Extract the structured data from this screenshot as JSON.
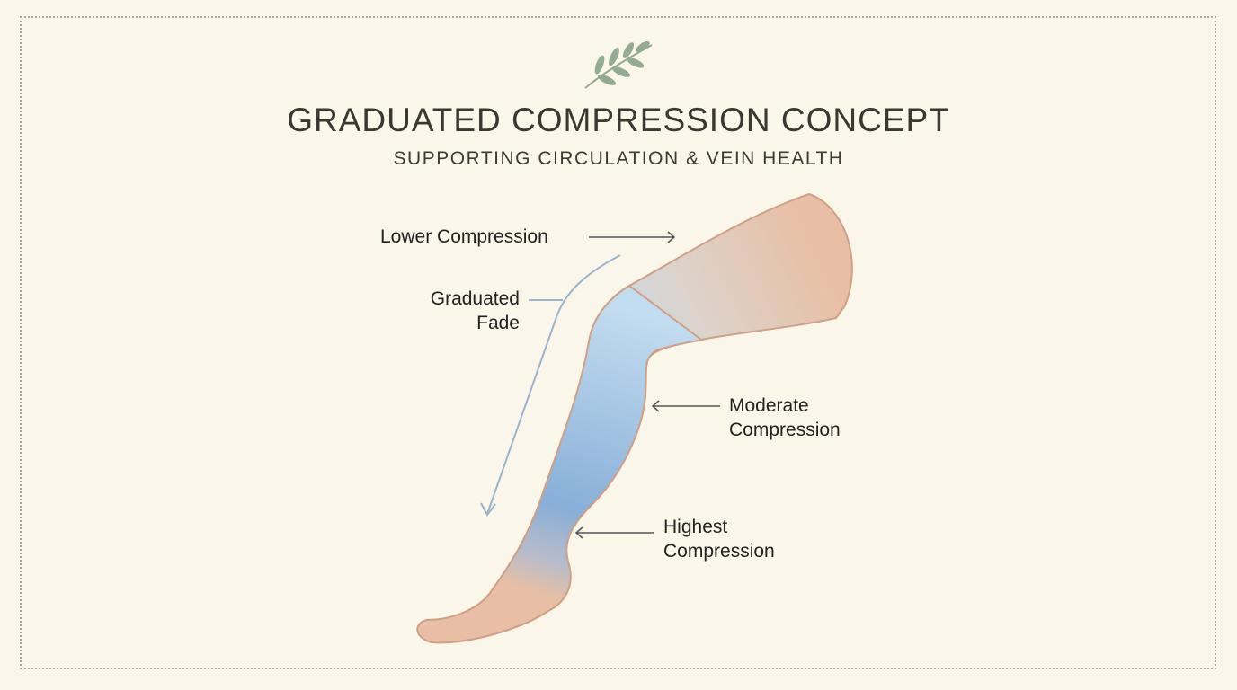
{
  "header": {
    "icon": "leaf-sprig-icon",
    "title": "GRADUATED COMPRESSION CONCEPT",
    "subtitle": "SUPPORTING CIRCULATION & VEIN HEALTH"
  },
  "diagram": {
    "subject": "leg-illustration",
    "labels": {
      "lower": "Lower Compression",
      "fade_line1": "Graduated",
      "fade_line2": "Fade",
      "moderate_line1": "Moderate",
      "moderate_line2": "Compression",
      "highest_line1": "Highest",
      "highest_line2": "Compression"
    },
    "colors": {
      "background": "#faf6ea",
      "skin": "#e8bfa4",
      "skin_outline": "#cf9f86",
      "compression_light": "#c3ddf0",
      "compression_dark": "#86aed8",
      "fade_line": "#9ab4cc",
      "arrow": "#555555",
      "sprig": "#94ab93",
      "border": "#a8a69c"
    }
  }
}
